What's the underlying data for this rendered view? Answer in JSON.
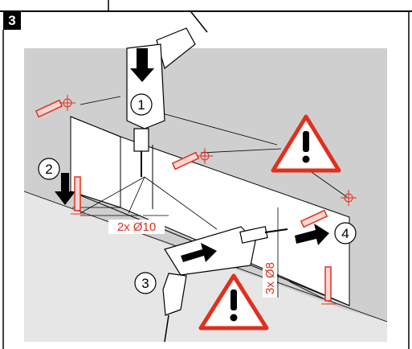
{
  "step_number": "3",
  "callouts": [
    "1",
    "2",
    "3",
    "4"
  ],
  "dimension_holes": "2x Ø10",
  "dimension_side": "3x Ø8",
  "colors": {
    "wall_gray": "#cfcfcf",
    "floor_gray": "#e3e3e3",
    "accent_red": "#e0301e",
    "outline": "#000000"
  }
}
